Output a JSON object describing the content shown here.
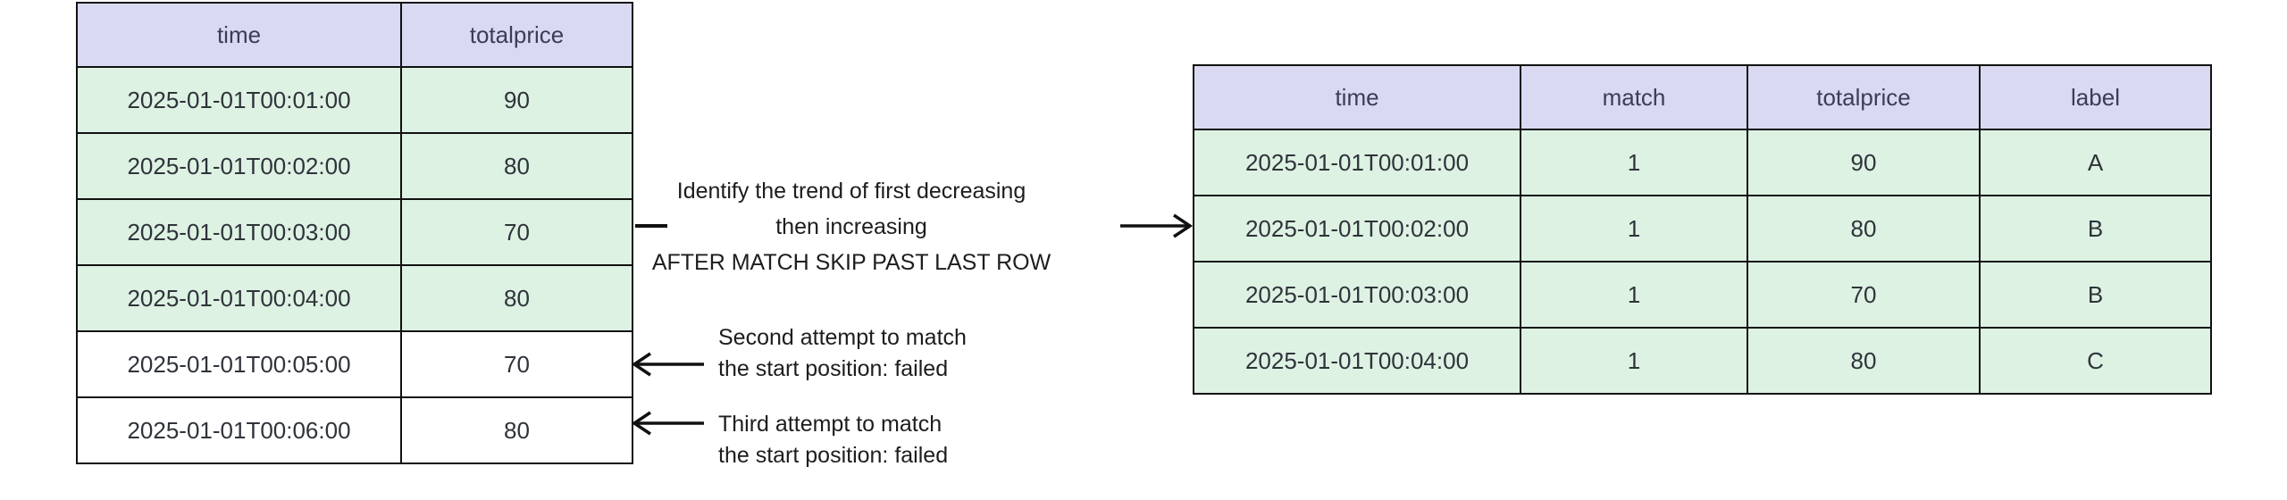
{
  "colors": {
    "header_bg": "#d9daf2",
    "matched_row_bg": "#ddf2e3",
    "unmatched_row_bg": "#ffffff",
    "line": "#111111",
    "table_text": "#2f333a",
    "header_text": "#3c3c55",
    "note_text": "#1d1d1f"
  },
  "input_table": {
    "headers": [
      "time",
      "totalprice"
    ],
    "rows": [
      {
        "time": "2025-01-01T00:01:00",
        "totalprice": "90"
      },
      {
        "time": "2025-01-01T00:02:00",
        "totalprice": "80"
      },
      {
        "time": "2025-01-01T00:03:00",
        "totalprice": "70"
      },
      {
        "time": "2025-01-01T00:04:00",
        "totalprice": "80"
      },
      {
        "time": "2025-01-01T00:05:00",
        "totalprice": "70"
      },
      {
        "time": "2025-01-01T00:06:00",
        "totalprice": "80"
      }
    ]
  },
  "output_table": {
    "headers": [
      "time",
      "match",
      "totalprice",
      "label"
    ],
    "rows": [
      {
        "time": "2025-01-01T00:01:00",
        "match": "1",
        "totalprice": "90",
        "label": "A"
      },
      {
        "time": "2025-01-01T00:02:00",
        "match": "1",
        "totalprice": "80",
        "label": "B"
      },
      {
        "time": "2025-01-01T00:03:00",
        "match": "1",
        "totalprice": "70",
        "label": "B"
      },
      {
        "time": "2025-01-01T00:04:00",
        "match": "1",
        "totalprice": "80",
        "label": "C"
      }
    ]
  },
  "annotations": {
    "pattern_note": {
      "line1": "Identify the trend of first decreasing",
      "line2": "then increasing",
      "line3": "AFTER MATCH SKIP PAST LAST ROW"
    },
    "second_attempt_note": {
      "line1": "Second attempt to match",
      "line2": "the start position: failed"
    },
    "third_attempt_note": {
      "line1": "Third attempt to match",
      "line2": "the start position: failed"
    }
  }
}
